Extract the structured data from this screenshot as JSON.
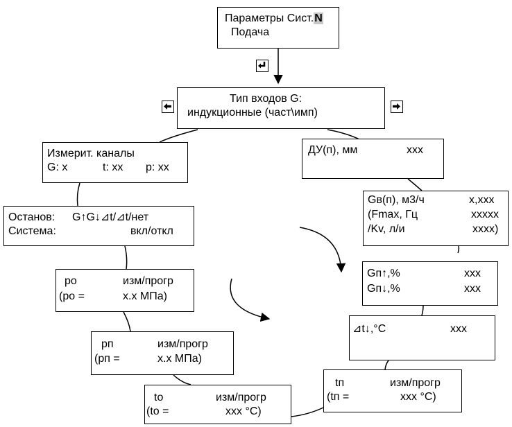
{
  "title_box": {
    "line1": "Параметры Сист.",
    "sys_index": "N",
    "line2": "Подача"
  },
  "input_type_box": {
    "line1": "Тип входов G:",
    "line2": "индукционные (част\\имп)"
  },
  "keys": {
    "enter": "enter-key-icon",
    "left": "left-arrow-key-icon",
    "right": "right-arrow-key-icon"
  },
  "channels_box": {
    "line1": "Измерит. каналы",
    "g": "G: x",
    "t": "t: xx",
    "p": "p: xx"
  },
  "stop_box": {
    "label1": "Останов:",
    "value1": "G↑G↓⊿t/⊿t/нет",
    "label2": "Система:",
    "value2": "вкл/откл"
  },
  "po_box": {
    "name": "ро",
    "mode": "изм/прогр",
    "eq": "(ро =",
    "value": "х.х МПа)"
  },
  "pp_box": {
    "name": "рп",
    "mode": "изм/прогр",
    "eq": "(рп =",
    "value": "х.х МПа)"
  },
  "to_box": {
    "name": "to",
    "mode": "изм/прогр",
    "eq": "(to =",
    "value": "xxx °C)"
  },
  "du_box": {
    "label": "ДУ(п), мм",
    "value": "xxx"
  },
  "gv_box": {
    "label1": "Gв(п), м3/ч",
    "value1": "x,xxx",
    "label2": "(Fmax, Гц",
    "value2": "xxxxx",
    "label3": "/Kv, л/и",
    "value3": "xxxx)"
  },
  "gp_box": {
    "label1": "Gп↑,%",
    "value1": "xxx",
    "label2": "Gп↓,%",
    "value2": "xxx"
  },
  "dt_box": {
    "label": "⊿t↓,°C",
    "value": "xxx"
  },
  "tp_box": {
    "name": "tп",
    "mode": "изм/прогр",
    "eq": "(tп =",
    "value": "xxx °C)"
  }
}
